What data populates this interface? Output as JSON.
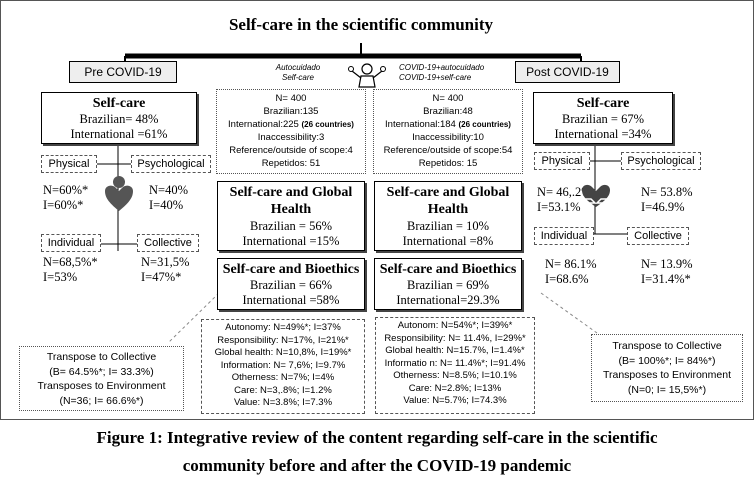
{
  "title": "Self-care in the scientific community",
  "pre_label": "Pre  COVID-19",
  "post_label": "Post  COVID-19",
  "center_icon_text": {
    "left": [
      "Autocuidado",
      "Self-care"
    ],
    "right": [
      "COVID-19+autocuidado",
      "COVID-19+self-care"
    ]
  },
  "pre": {
    "selfcare": {
      "title": "Self-care",
      "brazilian": "Brazilian= 48%",
      "international": "International =61%"
    },
    "physical": {
      "label": "Physical",
      "n": "N=60%*",
      "i": "I=60%*"
    },
    "psychological": {
      "label": "Psychological",
      "n": "N=40%",
      "i": "I=40%"
    },
    "individual": {
      "label": "Individual",
      "n": "N=68,5%*",
      "i": "I=53%"
    },
    "collective": {
      "label": "Collective",
      "n": "N=31,5%",
      "i": "I=47%*"
    },
    "stats": [
      "N= 400",
      "Brazilian:135",
      "International:225",
      "Inaccessibility:3",
      "Reference/outside of scope:4",
      "Repetidos: 51"
    ],
    "countries": "(26 countries)",
    "global_health": {
      "title": "Self-care and Global Health",
      "brazilian": "Brazilian = 56%",
      "international": "International =15%"
    },
    "bioethics": {
      "title": "Self-care and Bioethics",
      "brazilian": "Brazilian = 66%",
      "international": "International =58%"
    },
    "values": [
      "Autonomy: N=49%*; I=37%",
      "Responsibility: N=17%, I=21%*",
      "Global health: N=10,8%, I=19%*",
      "Information: N= 7,6%; I=9.7%",
      "Otherness: N=7%; I=4%",
      "Care: N=3,.8%; I=1.2%",
      "Value: N=3.8%; I=7.3%"
    ],
    "transpose": [
      "Transpose to Collective",
      "(B= 64.5%*; I= 33.3%)",
      "Transposes to Environment",
      "(N=36; I= 66.6%*)"
    ]
  },
  "post": {
    "selfcare": {
      "title": "Self-care",
      "brazilian": "Brazilian = 67%",
      "international": "International =34%"
    },
    "physical": {
      "label": "Physical",
      "n": "N= 46,.2%",
      "i": "I=53.1%"
    },
    "psychological": {
      "label": "Psychological",
      "n": "N= 53.8%",
      "i": "I=46.9%"
    },
    "individual": {
      "label": "Individual",
      "n": "N= 86.1%",
      "i": "I=68.6%"
    },
    "collective": {
      "label": "Collective",
      "n": "N= 13.9%",
      "i": "I=31.4%*"
    },
    "stats": [
      "N= 400",
      "Brazilian:48",
      "International:184",
      "Inaccessibility:10",
      "Reference/outside of scope:54",
      "Repetidos:  15"
    ],
    "countries": "(26 countries)",
    "global_health": {
      "title": "Self-care and Global Health",
      "brazilian": "Brazilian = 10%",
      "international": "International =8%"
    },
    "bioethics": {
      "title": "Self-care and Bioethics",
      "brazilian": "Brazilian = 69%",
      "international": "International=29.3%"
    },
    "values": [
      "Autonom: N=54%*; I=39%*",
      "Responsibility: N= 11.4%, I=29%*",
      "Global health: N=15.7%, I=1.4%*",
      "Informatio n: N= 11.4%*; I=91.4%",
      "Otherness: N=8.5%; I=10.1%",
      "Care: N=2.8%; I=13%",
      "Value: N=5.7%; I=74.3%"
    ],
    "transpose": [
      "Transpose to Collective",
      "(B= 100%*; I= 84%*)",
      "Transposes to Environment",
      "(N=0; I= 15,5%*)"
    ]
  },
  "caption": [
    "Figure 1: Integrative review of the content regarding self-care in the scientific",
    "community before and after the COVID-19 pandemic"
  ]
}
